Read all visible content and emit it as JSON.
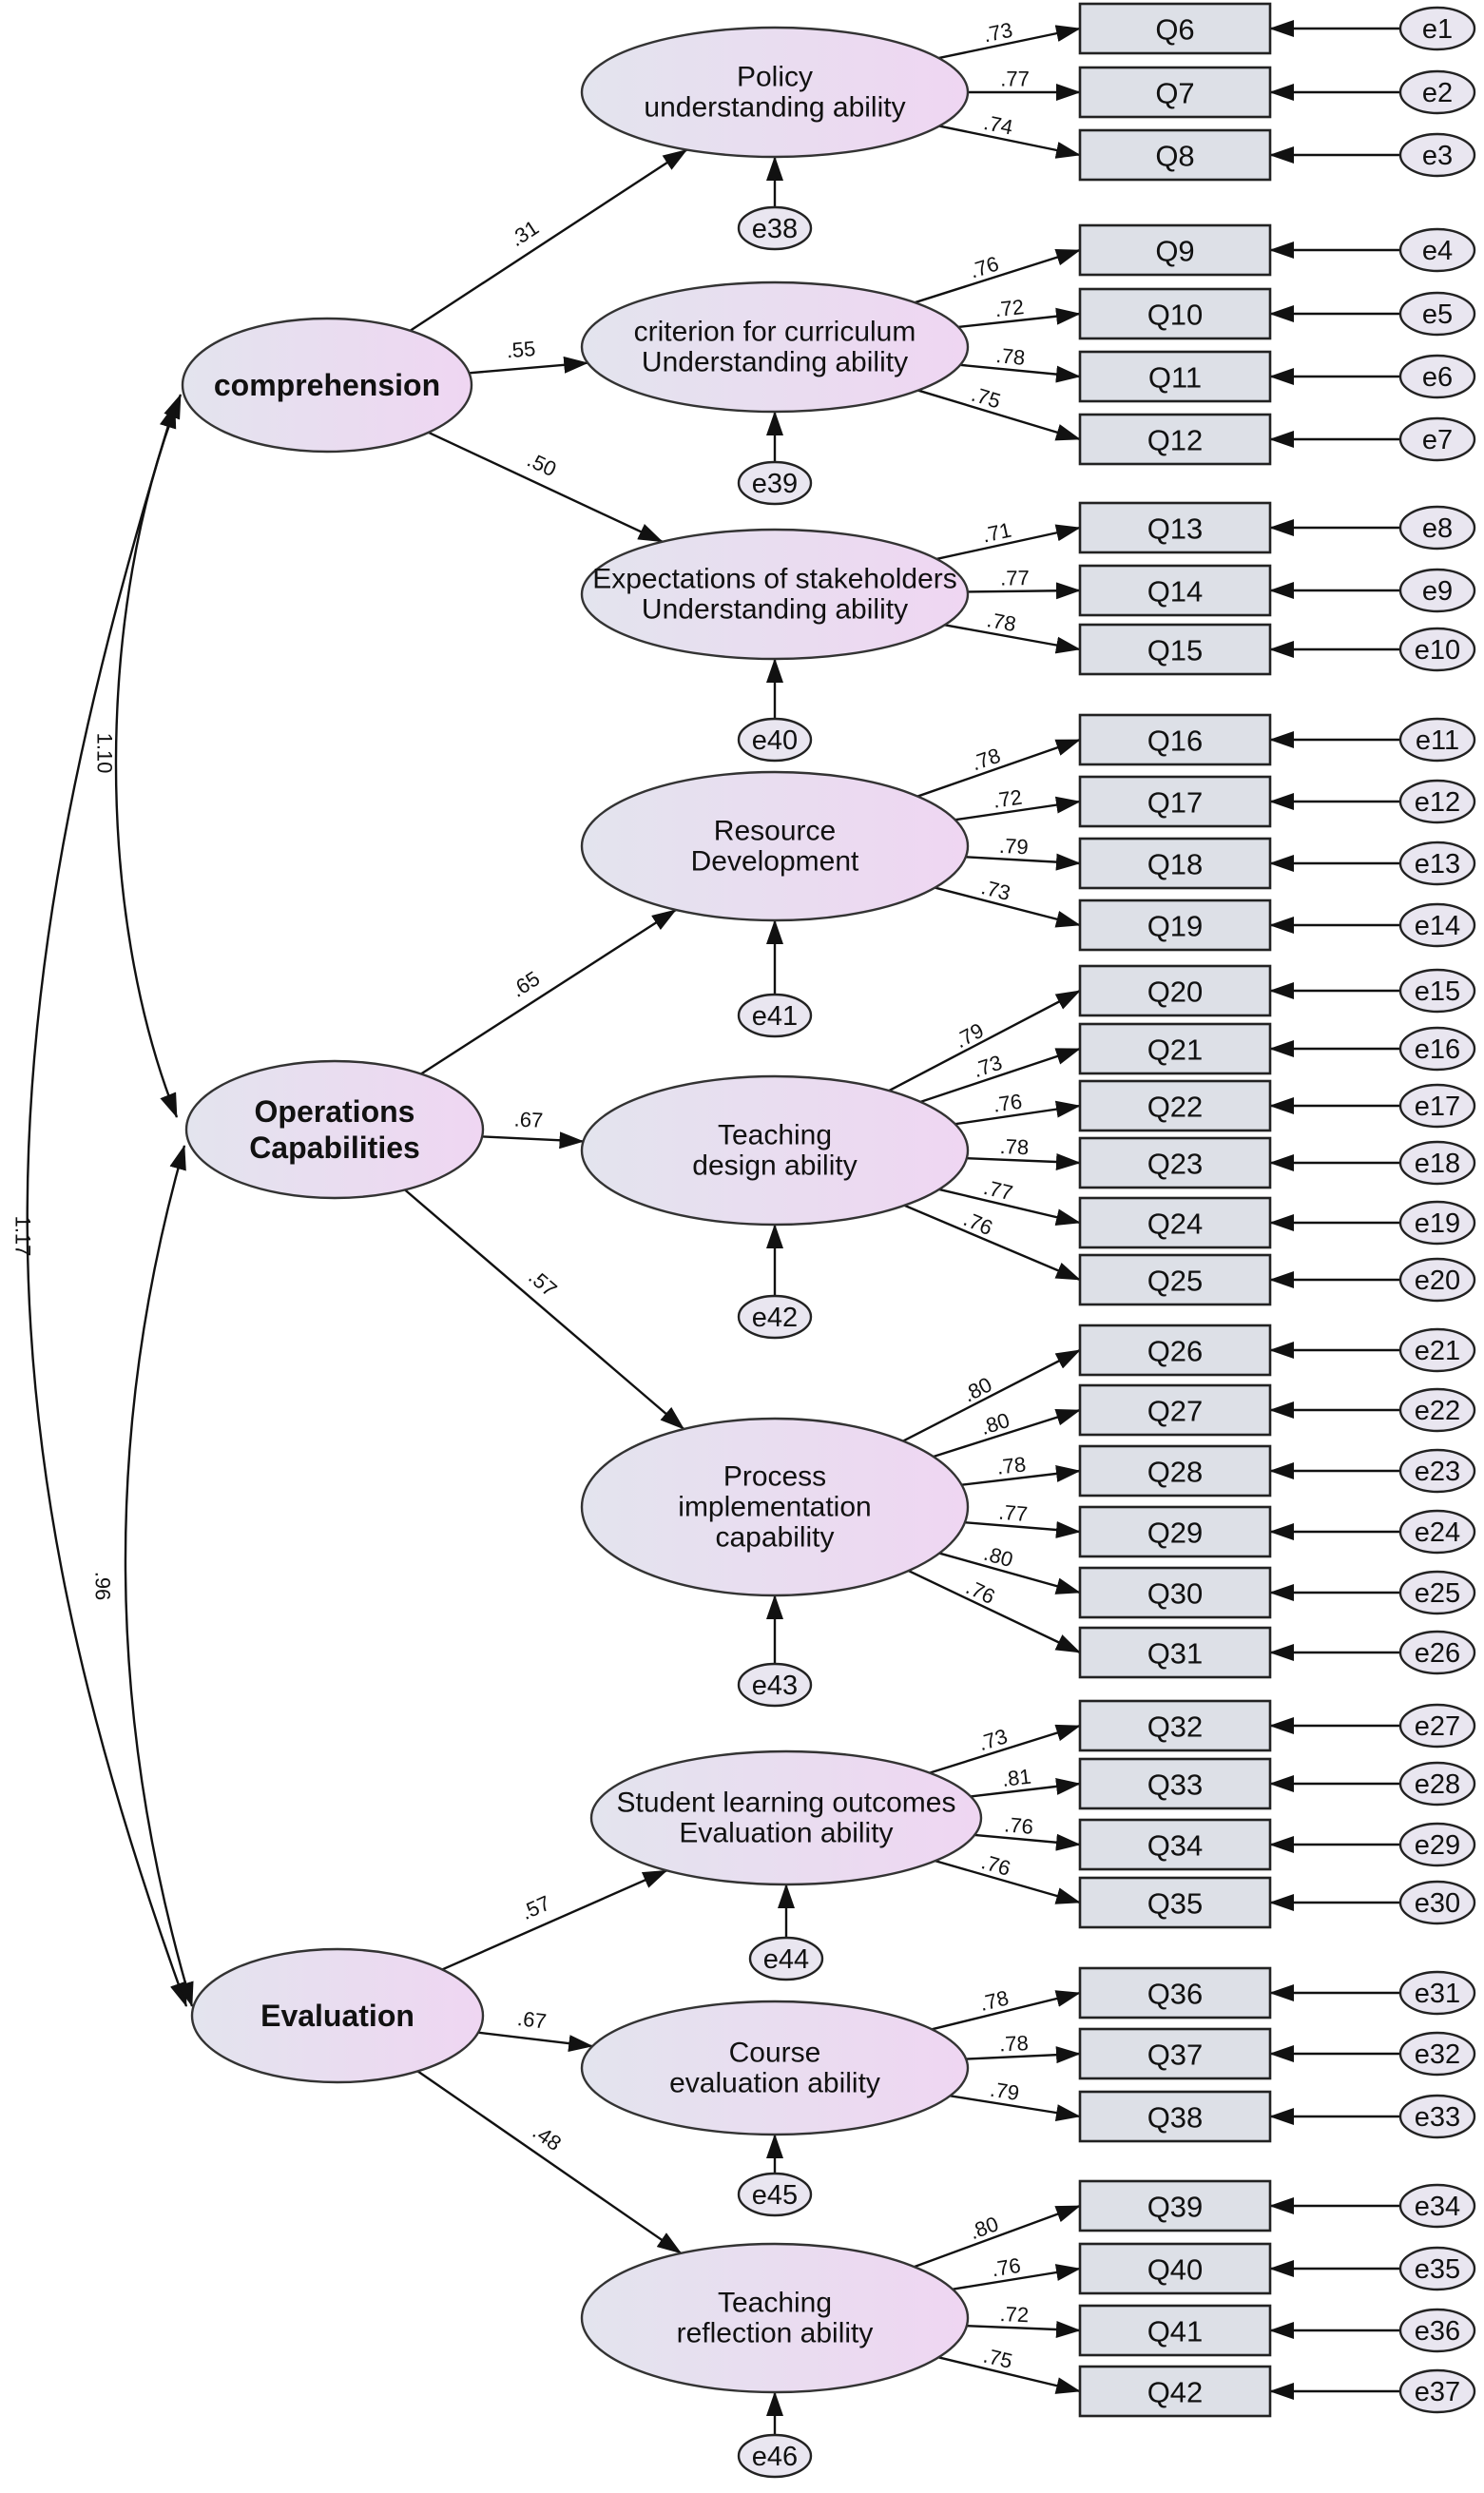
{
  "diagram": {
    "colors": {
      "ellipse_left": "#e3e4ee",
      "ellipse_right": "#efd6f2",
      "box_fill": "#dde0e7",
      "error_fill": "#e9e6f0",
      "stroke": "#111111"
    },
    "second_order": [
      {
        "id": "comp",
        "label_lines": [
          "comprehension"
        ]
      },
      {
        "id": "oper",
        "label_lines": [
          "Operations",
          "Capabilities"
        ]
      },
      {
        "id": "eval",
        "label_lines": [
          "Evaluation"
        ]
      }
    ],
    "covariances": [
      {
        "from": "comp",
        "to": "oper",
        "value": "1.10"
      },
      {
        "from": "comp",
        "to": "eval",
        "value": "1.17"
      },
      {
        "from": "oper",
        "to": "eval",
        "value": ".96"
      }
    ],
    "first_order": [
      {
        "id": "f1",
        "parent": "comp",
        "loading": ".31",
        "label_lines": [
          "Policy",
          "understanding ability"
        ],
        "error": "e38",
        "items": [
          {
            "q": "Q6",
            "e": "e1",
            "l": ".73"
          },
          {
            "q": "Q7",
            "e": "e2",
            "l": ".77"
          },
          {
            "q": "Q8",
            "e": "e3",
            "l": ".74"
          }
        ]
      },
      {
        "id": "f2",
        "parent": "comp",
        "loading": ".55",
        "label_lines": [
          "criterion for curriculum",
          "Understanding ability"
        ],
        "error": "e39",
        "items": [
          {
            "q": "Q9",
            "e": "e4",
            "l": ".76"
          },
          {
            "q": "Q10",
            "e": "e5",
            "l": ".72"
          },
          {
            "q": "Q11",
            "e": "e6",
            "l": ".78"
          },
          {
            "q": "Q12",
            "e": "e7",
            "l": ".75"
          }
        ]
      },
      {
        "id": "f3",
        "parent": "comp",
        "loading": ".50",
        "label_lines": [
          "Expectations of stakeholders",
          "Understanding ability"
        ],
        "error": "e40",
        "items": [
          {
            "q": "Q13",
            "e": "e8",
            "l": ".71"
          },
          {
            "q": "Q14",
            "e": "e9",
            "l": ".77"
          },
          {
            "q": "Q15",
            "e": "e10",
            "l": ".78"
          }
        ]
      },
      {
        "id": "f4",
        "parent": "oper",
        "loading": ".65",
        "label_lines": [
          "Resource",
          "Development"
        ],
        "error": "e41",
        "items": [
          {
            "q": "Q16",
            "e": "e11",
            "l": ".78"
          },
          {
            "q": "Q17",
            "e": "e12",
            "l": ".72"
          },
          {
            "q": "Q18",
            "e": "e13",
            "l": ".79"
          },
          {
            "q": "Q19",
            "e": "e14",
            "l": ".73"
          }
        ]
      },
      {
        "id": "f5",
        "parent": "oper",
        "loading": ".67",
        "label_lines": [
          "Teaching",
          "design ability"
        ],
        "error": "e42",
        "items": [
          {
            "q": "Q20",
            "e": "e15",
            "l": ".79"
          },
          {
            "q": "Q21",
            "e": "e16",
            "l": ".73"
          },
          {
            "q": "Q22",
            "e": "e17",
            "l": ".76"
          },
          {
            "q": "Q23",
            "e": "e18",
            "l": ".78"
          },
          {
            "q": "Q24",
            "e": "e19",
            "l": ".77"
          },
          {
            "q": "Q25",
            "e": "e20",
            "l": ".76"
          }
        ]
      },
      {
        "id": "f6",
        "parent": "oper",
        "loading": ".57",
        "label_lines": [
          "Process",
          "implementation",
          "capability"
        ],
        "error": "e43",
        "items": [
          {
            "q": "Q26",
            "e": "e21",
            "l": ".80"
          },
          {
            "q": "Q27",
            "e": "e22",
            "l": ".80"
          },
          {
            "q": "Q28",
            "e": "e23",
            "l": ".78"
          },
          {
            "q": "Q29",
            "e": "e24",
            "l": ".77"
          },
          {
            "q": "Q30",
            "e": "e25",
            "l": ".80"
          },
          {
            "q": "Q31",
            "e": "e26",
            "l": ".76"
          }
        ]
      },
      {
        "id": "f7",
        "parent": "eval",
        "loading": ".57",
        "label_lines": [
          "Student learning outcomes",
          "Evaluation ability"
        ],
        "error": "e44",
        "items": [
          {
            "q": "Q32",
            "e": "e27",
            "l": ".73"
          },
          {
            "q": "Q33",
            "e": "e28",
            "l": ".81"
          },
          {
            "q": "Q34",
            "e": "e29",
            "l": ".76"
          },
          {
            "q": "Q35",
            "e": "e30",
            "l": ".76"
          }
        ]
      },
      {
        "id": "f8",
        "parent": "eval",
        "loading": ".67",
        "label_lines": [
          "Course",
          "evaluation ability"
        ],
        "error": "e45",
        "items": [
          {
            "q": "Q36",
            "e": "e31",
            "l": ".78"
          },
          {
            "q": "Q37",
            "e": "e32",
            "l": ".78"
          },
          {
            "q": "Q38",
            "e": "e33",
            "l": ".79"
          }
        ]
      },
      {
        "id": "f9",
        "parent": "eval",
        "loading": ".48",
        "label_lines": [
          "Teaching",
          "reflection ability"
        ],
        "error": "e46",
        "items": [
          {
            "q": "Q39",
            "e": "e34",
            "l": ".80"
          },
          {
            "q": "Q40",
            "e": "e35",
            "l": ".76"
          },
          {
            "q": "Q41",
            "e": "e36",
            "l": ".72"
          },
          {
            "q": "Q42",
            "e": "e37",
            "l": ".75"
          }
        ]
      }
    ]
  }
}
